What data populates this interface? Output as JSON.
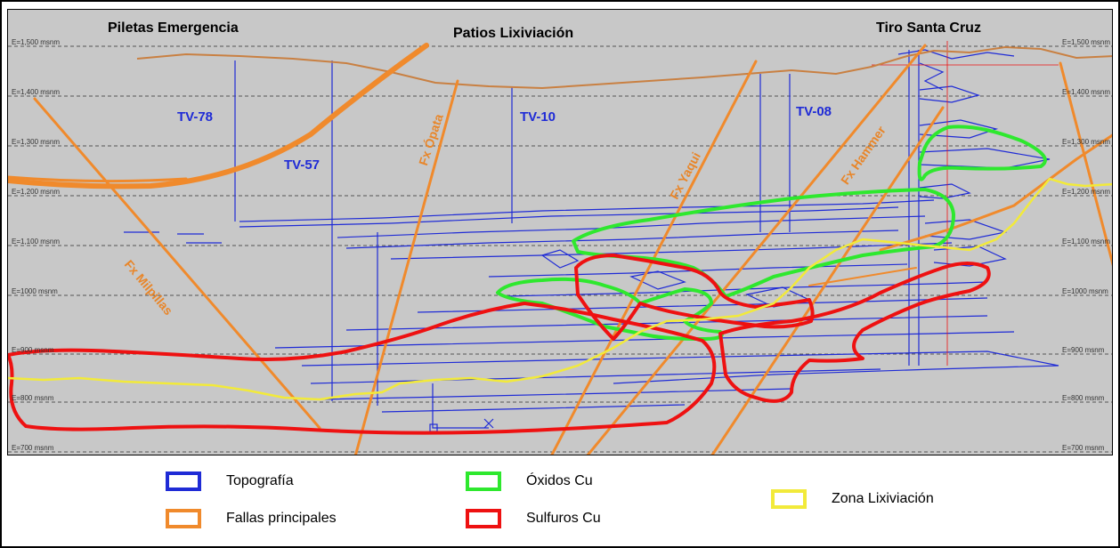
{
  "titles": {
    "left": "Piletas Emergencia",
    "center": "Patios Lixiviación",
    "right": "Tiro Santa Cruz"
  },
  "elevations": {
    "left": [
      "E=1,500 msnm",
      "E=1,400 msnm",
      "E=1,300 msnm",
      "E=1,200 msnm",
      "E=1,100 msnm",
      "E=1000 msnm",
      "E=900 msnm",
      "E=800 msnm",
      "E=700 msnm"
    ],
    "right": [
      "E=1,500 msnm",
      "E=1,400 msnm",
      "E=1,300 msnm",
      "E=1,200 msnm",
      "E=1,100 msnm",
      "E=1000 msnm",
      "E=900 msnm",
      "E=800 msnm",
      "E=700 msnm"
    ]
  },
  "wells": {
    "tv78": "TV-78",
    "tv57": "TV-57",
    "tv10": "TV-10",
    "tv08": "TV-08"
  },
  "faults": {
    "milpillas": "Fx Milpillas",
    "opata": "Fx Ópata",
    "yaqui": "Fx Yaqui",
    "hammer": "Fx Hammer"
  },
  "legend": {
    "topografia": "Topografía",
    "fallas": "Fallas principales",
    "oxidos": "Óxidos Cu",
    "sulfuros": "Sulfuros Cu",
    "zona": "Zona Lixiviación"
  },
  "colors": {
    "topografia": "#1f2bd6",
    "fallas": "#f08a2c",
    "oxidos": "#2ee82e",
    "sulfuros": "#ee1111",
    "zona": "#f2ea3a",
    "background": "#c8c8c8"
  }
}
